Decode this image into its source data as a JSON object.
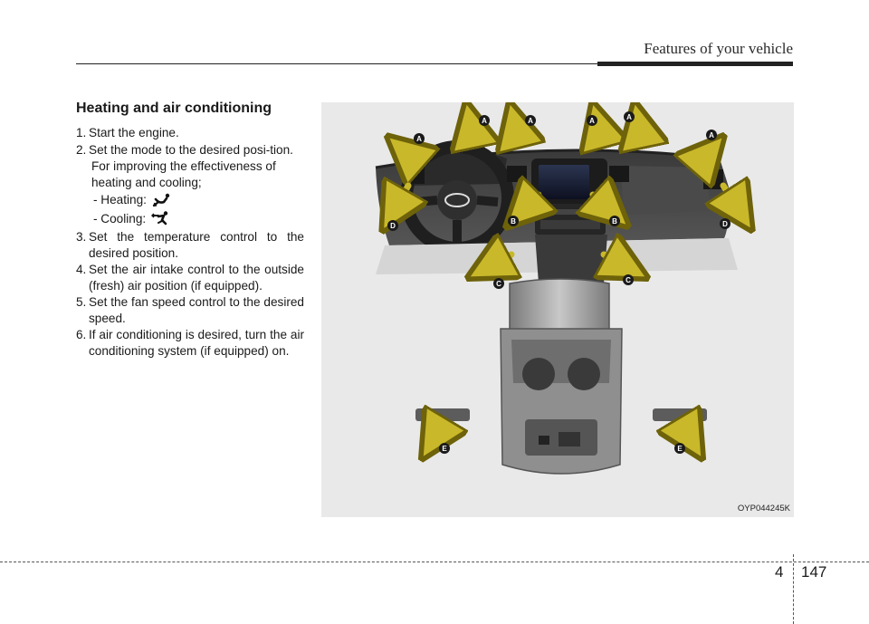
{
  "header": {
    "title": "Features of your vehicle"
  },
  "section": {
    "title": "Heating and air conditioning"
  },
  "steps": {
    "s1": {
      "num": "1.",
      "text": "Start the engine."
    },
    "s2": {
      "num": "2.",
      "text": "Set the mode to the desired posi-tion."
    },
    "note": "For improving the effectiveness of heating and cooling;",
    "heating": "- Heating:",
    "cooling": "- Cooling:",
    "s3": {
      "num": "3.",
      "text": "Set the temperature control to the desired position."
    },
    "s4": {
      "num": "4.",
      "text": "Set the air intake control to the outside (fresh) air position (if equipped)."
    },
    "s5": {
      "num": "5.",
      "text": "Set the fan speed control to the desired speed."
    },
    "s6": {
      "num": "6.",
      "text": "If air conditioning is desired, turn the air conditioning system (if equipped) on."
    }
  },
  "figure": {
    "code": "OYP044245K",
    "labels": {
      "a": "A",
      "b": "B",
      "c": "C",
      "d": "D",
      "e": "E"
    },
    "icons": [
      "heating-mode-icon",
      "cooling-mode-icon"
    ],
    "colors": {
      "arrow": "#c9b82a",
      "arrow_dark": "#8a7a10",
      "badge": "#1a1a1a"
    }
  },
  "footer": {
    "chapter": "4",
    "page": "147"
  }
}
